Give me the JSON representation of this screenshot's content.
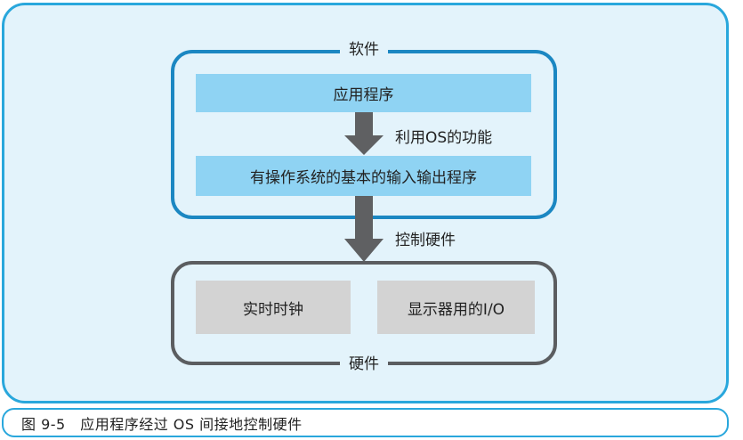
{
  "software": {
    "label": "软件",
    "app_box": "应用程序",
    "os_box": "有操作系统的基本的输入输出程序"
  },
  "arrows": {
    "os_function": "利用OS的功能",
    "control_hw": "控制硬件"
  },
  "hardware": {
    "label": "硬件",
    "rtc_box": "实时时钟",
    "display_box": "显示器用的I/O"
  },
  "caption": "图 9-5　应用程序经过 OS 间接地控制硬件",
  "colors": {
    "panel_bg": "#e3f3fb",
    "panel_border": "#29a7dc",
    "software_border": "#1b87c2",
    "hardware_border": "#5b5d60",
    "blue_box": "#8fd3f3",
    "gray_box": "#d3d3d3",
    "arrow": "#5f6062"
  }
}
